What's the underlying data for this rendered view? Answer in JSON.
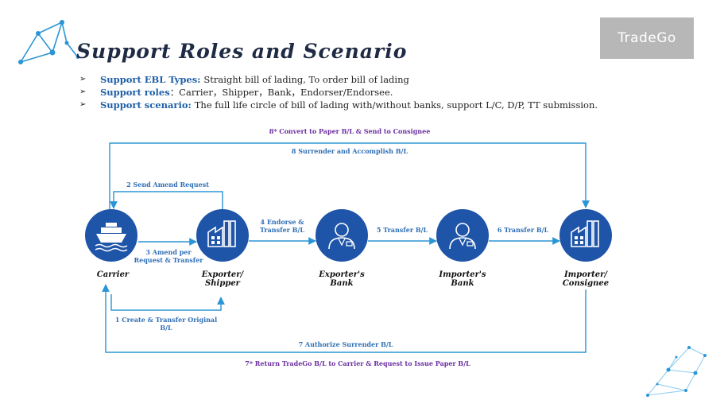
{
  "title": "Support Roles and Scenario",
  "logo": {
    "text": "TradeGo",
    "bg": "#b7b7b7"
  },
  "bullets": [
    {
      "key": "Support EBL Types:",
      "value": " Straight bill of lading, To order bill of lading"
    },
    {
      "key": "Support roles",
      "value": "：Carrier，Shipper，Bank，Endorser/Endorsee."
    },
    {
      "key": "Support scenario:",
      "value": " The full life circle of bill of lading with/without banks, support L/C, D/P, TT submission."
    }
  ],
  "nodes": [
    {
      "id": "carrier",
      "label": [
        "Carrier"
      ],
      "icon": "ship-icon"
    },
    {
      "id": "exporter",
      "label": [
        "Exporter/",
        "Shipper"
      ],
      "icon": "factory-icon"
    },
    {
      "id": "exporters-bank",
      "label": [
        "Exporter's",
        "Bank"
      ],
      "icon": "banker-icon"
    },
    {
      "id": "importers-bank",
      "label": [
        "Importer's",
        "Bank"
      ],
      "icon": "banker-icon"
    },
    {
      "id": "importer",
      "label": [
        "Importer/",
        "Consignee"
      ],
      "icon": "factory-icon"
    }
  ],
  "edges": {
    "e8star": [
      "8* Convert to Paper B/L & Send to Consignee"
    ],
    "e8": [
      "8 Surrender and Accomplish B/L"
    ],
    "e2": [
      "2 Send Amend Request"
    ],
    "e3": [
      "3 Amend per",
      "Request & Transfer"
    ],
    "e4": [
      "4 Endorse &",
      "Transfer B/L"
    ],
    "e5": [
      "5 Transfer B/L"
    ],
    "e6": [
      "6 Transfer B/L"
    ],
    "e1": [
      "1 Create & Transfer Original",
      "B/L"
    ],
    "e7": [
      "7 Authorize Surrender B/L"
    ],
    "e7star": [
      "7* Return TradeGo B/L to Carrier & Request to Issue Paper B/L"
    ]
  },
  "colors": {
    "node": "#1f55a8",
    "line": "#2b95d6",
    "label": "#2f6fb5",
    "label_alt": "#6a2fa0"
  }
}
